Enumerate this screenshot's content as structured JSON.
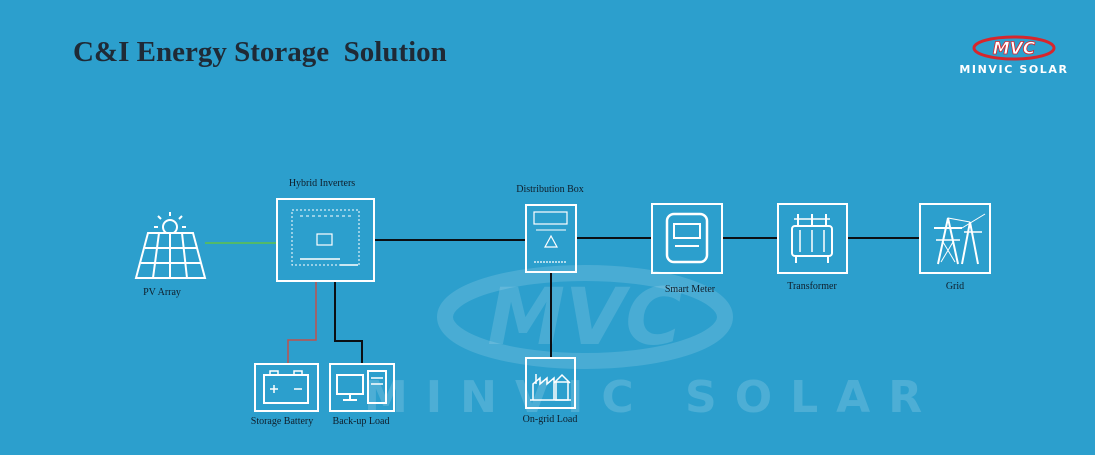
{
  "title": "C&I Energy Storage  Solution",
  "logo": {
    "mark": "MVC",
    "name": "MINVIC SOLAR"
  },
  "watermark": {
    "mark": "MVC",
    "name": "MINVIC SOLAR"
  },
  "colors": {
    "background": "#2c9fcd",
    "pv_link": "#5fc24a",
    "battery_link": "#c0504d",
    "line": "#0b0f14",
    "logo_red": "#d7262c"
  },
  "nodes": {
    "pv_array": {
      "label": "PV Array",
      "icon": "solar-panel-icon"
    },
    "hybrid_inverters": {
      "label": "Hybrid Inverters",
      "icon": "inverter-icon"
    },
    "distribution_box": {
      "label": "Distribution Box",
      "icon": "distribution-box-icon"
    },
    "smart_meter": {
      "label": "Smart Meter",
      "icon": "smart-meter-icon"
    },
    "transformer": {
      "label": "Transformer",
      "icon": "transformer-icon"
    },
    "grid": {
      "label": "Grid",
      "icon": "power-tower-icon"
    },
    "storage_battery": {
      "label": "Storage Battery",
      "icon": "battery-icon"
    },
    "backup_load": {
      "label": "Back-up Load",
      "icon": "computer-icon"
    },
    "ongrid_load": {
      "label": "On-grid Load",
      "icon": "factory-icon"
    }
  }
}
